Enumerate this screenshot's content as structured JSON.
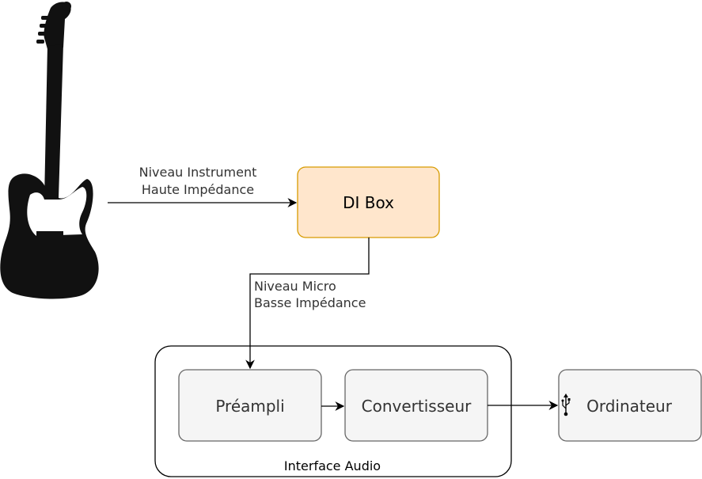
{
  "nodes": {
    "di_box": {
      "label": "DI Box",
      "fill": "#ffe6cc",
      "stroke": "#d79b00"
    },
    "preampli": {
      "label": "Préampli",
      "fill": "#f5f5f5",
      "stroke": "#666666"
    },
    "convertisseur": {
      "label": "Convertisseur",
      "fill": "#f5f5f5",
      "stroke": "#666666"
    },
    "ordinateur": {
      "label": "Ordinateur",
      "fill": "#f5f5f5",
      "stroke": "#666666",
      "icon": "usb-icon"
    },
    "interface_audio": {
      "label": "Interface Audio",
      "fill": "#ffffff",
      "stroke": "#000000"
    },
    "guitar": {
      "icon": "electric-guitar-icon"
    }
  },
  "edges": {
    "guitar_to_di": {
      "line1": "Niveau Instrument",
      "line2": "Haute Impédance"
    },
    "di_to_preampli": {
      "line1": "Niveau Micro",
      "line2": "Basse Impédance"
    }
  },
  "colors": {
    "label_text": "#333333",
    "edge": "#000000",
    "guitar": "#111111"
  }
}
